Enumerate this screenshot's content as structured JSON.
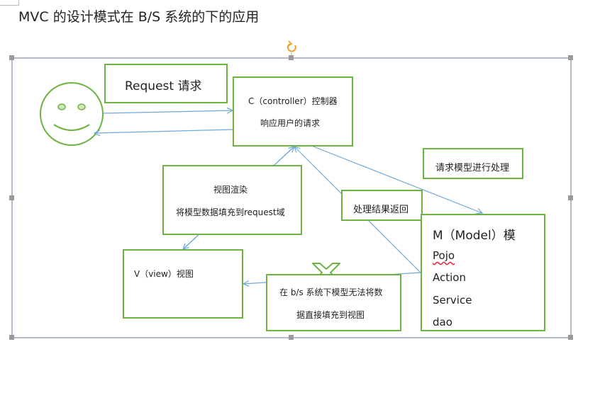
{
  "title": "MVC 的设计模式在 B/S 系统的下的应用",
  "request_label": "Request 请求",
  "controller": {
    "line1": "C（controller）控制器",
    "line2": "响应用户的请求"
  },
  "request_model_label": "请求模型进行处理",
  "view_render": {
    "line1": "视图渲染",
    "line2": "将模型数据填充到request域"
  },
  "result_return_label": "处理结果返回",
  "view_label": "V（view）视图",
  "model": {
    "title": "M（Model）模",
    "items": [
      "Pojo",
      "Action",
      "Service",
      "dao"
    ]
  },
  "bs_note": {
    "line1": "在 b/s 系统下模型无法将数",
    "line2": "据直接填充到视图"
  },
  "colors": {
    "box_border": "#6db33f",
    "arrow": "#6fa8dc",
    "cross": "#6db33f",
    "frame": "#7f8fa6"
  }
}
